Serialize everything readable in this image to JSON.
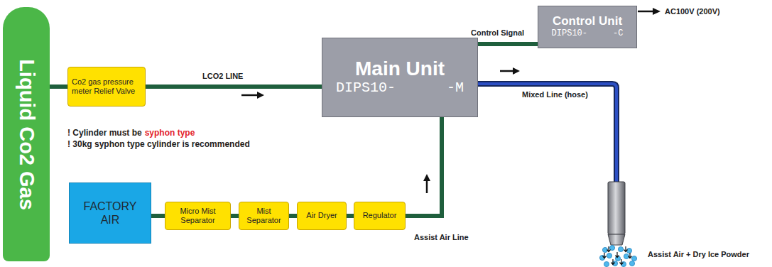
{
  "diagram": {
    "nodes": [
      {
        "text": [
          "Liquid Co2 Gas"
        ]
      },
      {
        "text": [
          "Co2 gas pressure meter Relief Valve"
        ]
      },
      {
        "text": [
          "Main Unit",
          "DIPS10-      -M"
        ]
      },
      {
        "text": [
          "Control Unit",
          "DIPS10-     -C"
        ]
      },
      {
        "text": [
          "FACTORY AIR"
        ]
      },
      {
        "text": [
          "Micro Mist Separator"
        ]
      },
      {
        "text": [
          "Mist Separator"
        ]
      },
      {
        "text": [
          "Air Dryer"
        ]
      },
      {
        "text": [
          "Regulator"
        ]
      }
    ],
    "edges": [
      {
        "from": 0,
        "to": 1,
        "arrow": "none"
      },
      {
        "from": 1,
        "to": 2,
        "label": "LCO2 LINE",
        "arrow": "none"
      },
      {
        "from": 2,
        "to": 3,
        "label": "Control Signal",
        "arrow": "none"
      },
      {
        "from": 4,
        "to": 5,
        "arrow": "none"
      },
      {
        "from": 5,
        "to": 6,
        "arrow": "none"
      },
      {
        "from": 6,
        "to": 7,
        "arrow": "none"
      },
      {
        "from": 7,
        "to": 8,
        "arrow": "none"
      },
      {
        "from": 8,
        "to": 2,
        "label": "Assist Air Line",
        "arrow": "none"
      }
    ],
    "labels": [
      "! Cylinder must be",
      "syphon type",
      "! 30kg syphon type cylinder is recommended",
      "AC100V (200V)",
      "Mixed Line (hose)",
      "Assist Air + Dry Ice Powder"
    ]
  }
}
